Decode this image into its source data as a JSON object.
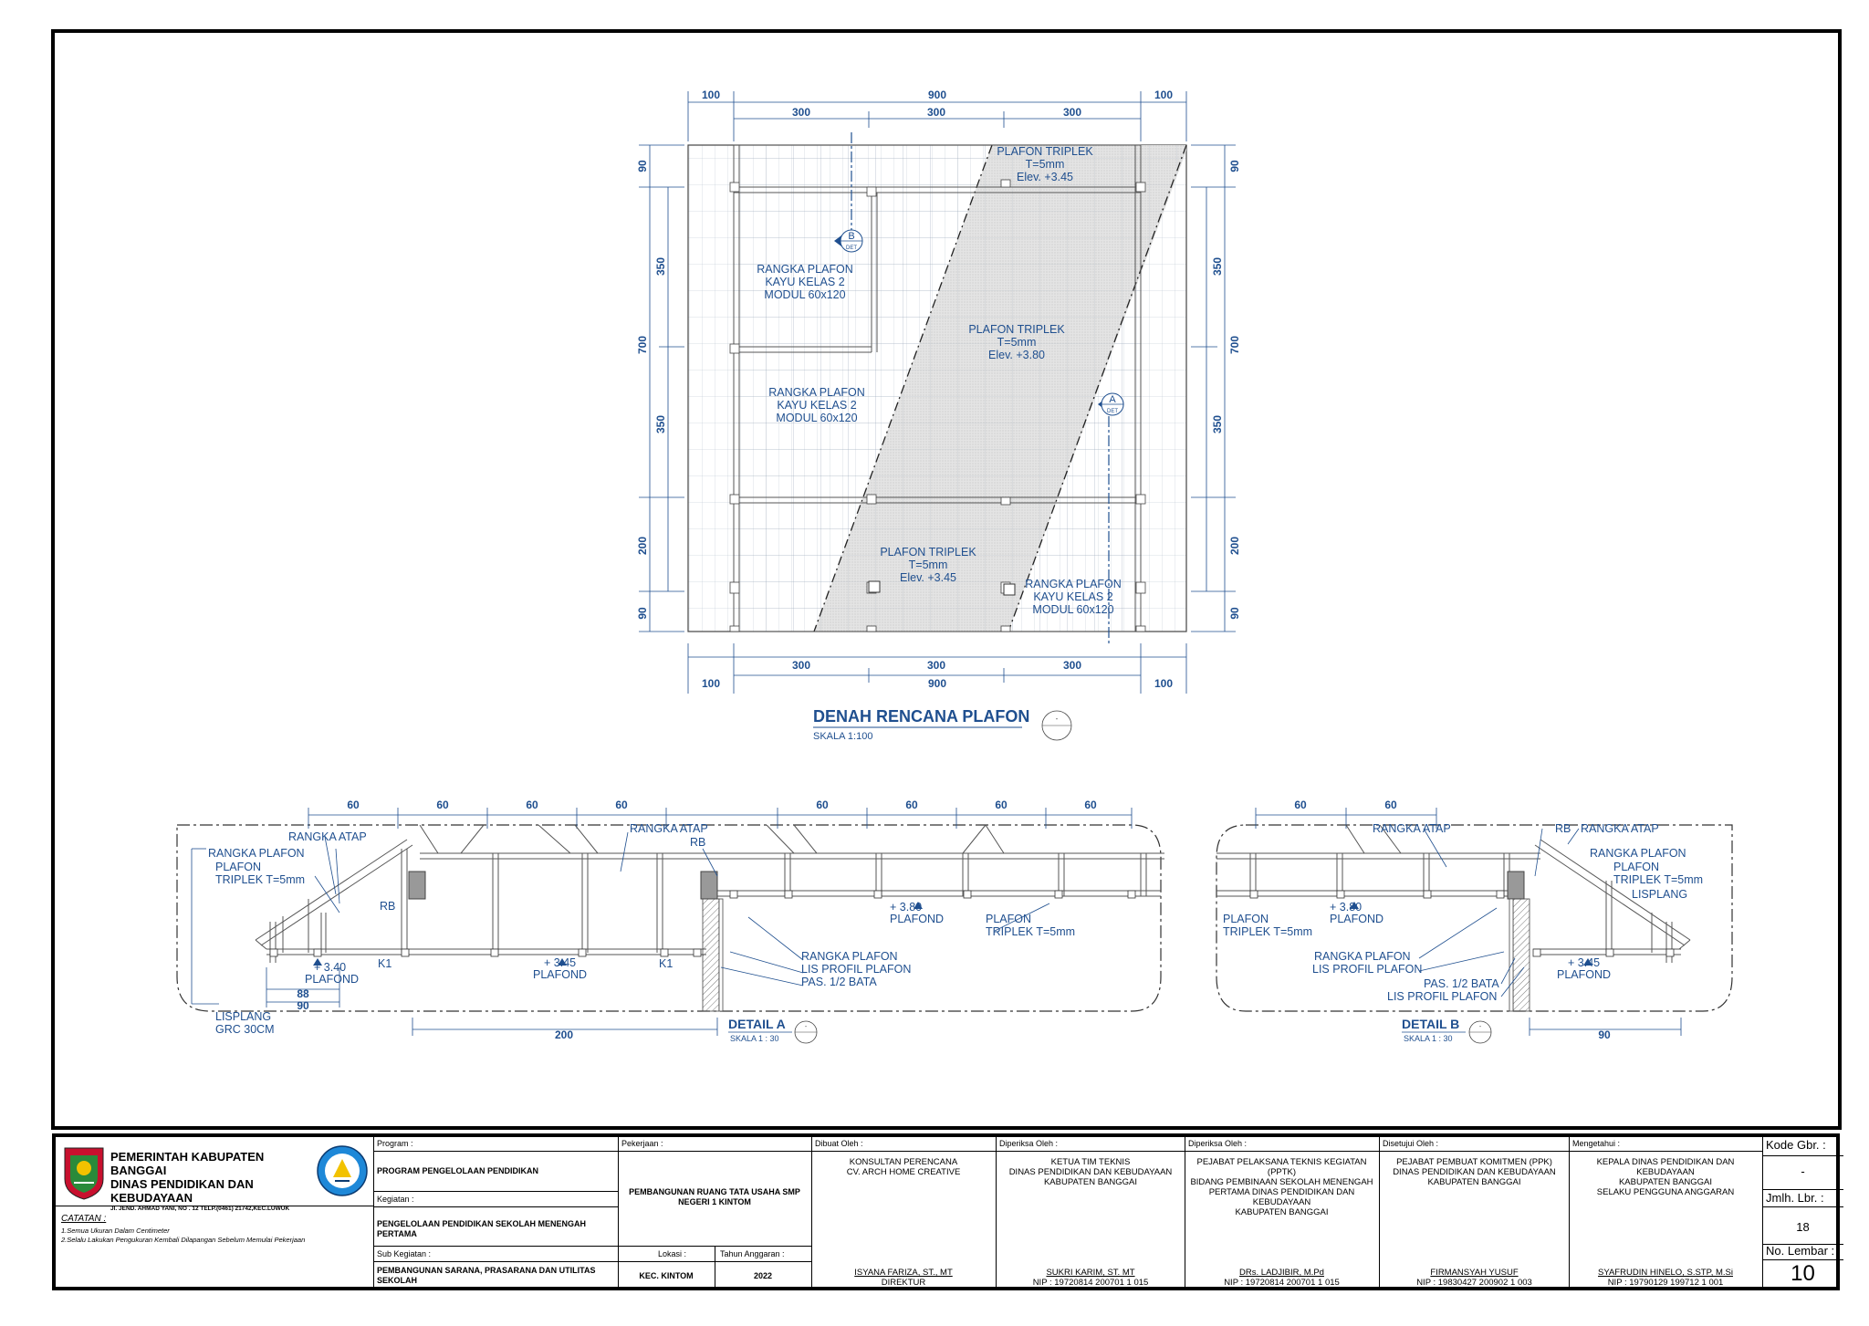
{
  "plan": {
    "dims_top": {
      "outer_left": "100",
      "overall": "900",
      "outer_right": "100",
      "sub": [
        "300",
        "300",
        "300"
      ]
    },
    "dims_bottom": {
      "outer_left": "100",
      "overall": "900",
      "outer_right": "100",
      "sub": [
        "300",
        "300",
        "300"
      ]
    },
    "dims_left": {
      "top": "90",
      "mid1": "350",
      "mid2": "350",
      "overall": "700",
      "low": "200",
      "bottom": "90"
    },
    "dims_right": {
      "top": "90",
      "mid1": "350",
      "mid2": "350",
      "overall": "700",
      "low": "200",
      "bottom": "90"
    },
    "labels": {
      "top_right": [
        "PLAFON TRIPLEK",
        "T=5mm",
        "Elev. +3.45"
      ],
      "room_b": [
        "RANGKA PLAFON",
        "KAYU KELAS 2",
        "MODUL 60x120"
      ],
      "center": [
        "PLAFON TRIPLEK",
        "T=5mm",
        "Elev. +3.80"
      ],
      "mid_left": [
        "RANGKA PLAFON",
        "KAYU KELAS 2",
        "MODUL 60x120"
      ],
      "bottom_mid": [
        "PLAFON TRIPLEK",
        "T=5mm",
        "Elev. +3.45"
      ],
      "bottom_right": [
        "RANGKA PLAFON",
        "KAYU KELAS 2",
        "MODUL 60x120"
      ]
    },
    "markers": {
      "b": "B",
      "a": "A",
      "det": "DET"
    },
    "title": "DENAH RENCANA PLAFON",
    "scale": "SKALA 1:100",
    "title_symbol": "-"
  },
  "detail_a": {
    "dims_top": [
      "60",
      "60",
      "60",
      "60",
      "60",
      "60",
      "60",
      "60"
    ],
    "labels": {
      "rangka_atap_left": "RANGKA ATAP",
      "rangka_plafon": "RANGKA PLAFON",
      "plafon": "PLAFON",
      "triplek": "TRIPLEK T=5mm",
      "rangka_atap_mid": "RANGKA ATAP",
      "rb_top": "RB",
      "rb_left": "RB",
      "elev_380": "+ 3.80",
      "plafond_380": "PLAFOND",
      "plafon_triplek": "PLAFON",
      "triplek_right": "TRIPLEK T=5mm",
      "elev_340": "+ 3.40",
      "plafond_340": "PLAFOND",
      "k1_left": "K1",
      "elev_345": "+ 3.45",
      "plafond_345": "PLAFOND",
      "k1_right": "K1",
      "rangka_plafon_b": "RANGKA PLAFON",
      "lis_profil": "LIS PROFIL PLAFON",
      "pas_bata": "PAS. 1/2 BATA",
      "dim_88": "88",
      "dim_90": "90",
      "lisplang": "LISPLANG",
      "grc": "GRC 30CM",
      "dim_200": "200"
    },
    "title": "DETAIL A",
    "scale": "SKALA 1 : 30",
    "symbol": "-"
  },
  "detail_b": {
    "dims_top": [
      "60",
      "60"
    ],
    "labels": {
      "rangka_atap_left": "RANGKA ATAP",
      "rb": "RB",
      "rangka_atap_right": "RANGKA ATAP",
      "rangka_plafon": "RANGKA PLAFON",
      "plafon": "PLAFON",
      "triplek": "TRIPLEK T=5mm",
      "lisplang": "LISPLANG",
      "plafon_left": "PLAFON",
      "triplek_left": "TRIPLEK T=5mm",
      "elev_380": "+ 3.80",
      "plafond_380": "PLAFOND",
      "rangka_plafon_b": "RANGKA PLAFON",
      "lis_profil": "LIS PROFIL PLAFON",
      "elev_345": "+ 3.45",
      "plafond_345": "PLAFOND",
      "pas_bata": "PAS. 1/2 BATA",
      "lis_profil_2": "LIS PROFIL PLAFON",
      "dim_90": "90",
      "lisplang_cut": "LISPLANG"
    },
    "title": "DETAIL B",
    "scale": "SKALA 1 : 30",
    "symbol": "-"
  },
  "titleblock": {
    "org1": "PEMERINTAH KABUPATEN BANGGAI",
    "org2": "DINAS PENDIDIKAN DAN KEBUDAYAAN",
    "address": "Jl. JEND. AHMAD YANI, NO . 12 TELP.(0461) 21742,KEC.LUWUK",
    "catatan_title": "CATATAN :",
    "catatan_1": "1.Semua Ukuran Dalam Centimeter",
    "catatan_2": "2.Selalu Lakukan Pengukuran Kembali Dilapangan Sebelum Memulai Pekerjaan",
    "program_lbl": "Program :",
    "program_val": "PROGRAM PENGELOLAAN PENDIDIKAN",
    "kegiatan_lbl": "Kegiatan :",
    "kegiatan_val": "PENGELOLAAN PENDIDIKAN SEKOLAH MENENGAH PERTAMA",
    "subkeg_lbl": "Sub Kegiatan :",
    "subkeg_val": "PEMBANGUNAN SARANA, PRASARANA DAN UTILITAS SEKOLAH",
    "pekerjaan_lbl": "Pekerjaan :",
    "pekerjaan_val": "PEMBANGUNAN RUANG TATA USAHA SMP NEGERI 1 KINTOM",
    "lokasi_lbl": "Lokasi :",
    "lokasi_val": "KEC. KINTOM",
    "tahun_lbl": "Tahun Anggaran :",
    "tahun_val": "2022",
    "dibuat_lbl": "Dibuat Oleh :",
    "dibuat_org": "KONSULTAN PERENCANA\nCV. ARCH HOME CREATIVE",
    "dibuat_name": "ISYANA FARIZA, ST., MT",
    "dibuat_role": "DIREKTUR",
    "periksa1_lbl": "Diperiksa Oleh :",
    "periksa1_org": "KETUA TIM TEKNIS\nDINAS PENDIDIKAN DAN KEBUDAYAAN\nKABUPATEN BANGGAI",
    "periksa1_name": "SUKRI KARIM, ST. MT",
    "periksa1_nip": "NIP : 19720814 200701 1 015",
    "periksa2_lbl": "Diperiksa Oleh :",
    "periksa2_org": "PEJABAT PELAKSANA TEKNIS KEGIATAN (PPTK)\nBIDANG PEMBINAAN SEKOLAH MENENGAH\nPERTAMA DINAS PENDIDIKAN DAN KEBUDAYAAN\nKABUPATEN BANGGAI",
    "periksa2_name": "DRs. LADJIBIR, M.Pd",
    "periksa2_nip": "NIP : 19720814 200701 1 015",
    "setuju_lbl": "Disetujui Oleh :",
    "setuju_org": "PEJABAT PEMBUAT KOMITMEN (PPK)\nDINAS PENDIDIKAN DAN KEBUDAYAAN\nKABUPATEN BANGGAI",
    "setuju_name": "FIRMANSYAH YUSUF",
    "setuju_nip": "NIP : 19830427 200902 1 003",
    "ketahui_lbl": "Mengetahui :",
    "ketahui_org": "KEPALA DINAS PENDIDIKAN DAN KEBUDAYAAN\nKABUPATEN BANGGAI\nSELAKU PENGGUNA ANGGARAN",
    "ketahui_name": "SYAFRUDIN HINELO, S.STP, M.Si",
    "ketahui_nip": "NIP : 19790129 199712 1 001",
    "kode_lbl": "Kode Gbr. :",
    "kode_val": "-",
    "jmlh_lbl": "Jmlh. Lbr. :",
    "jmlh_val": "18",
    "no_lbl": "No. Lembar :",
    "no_val": "10"
  }
}
